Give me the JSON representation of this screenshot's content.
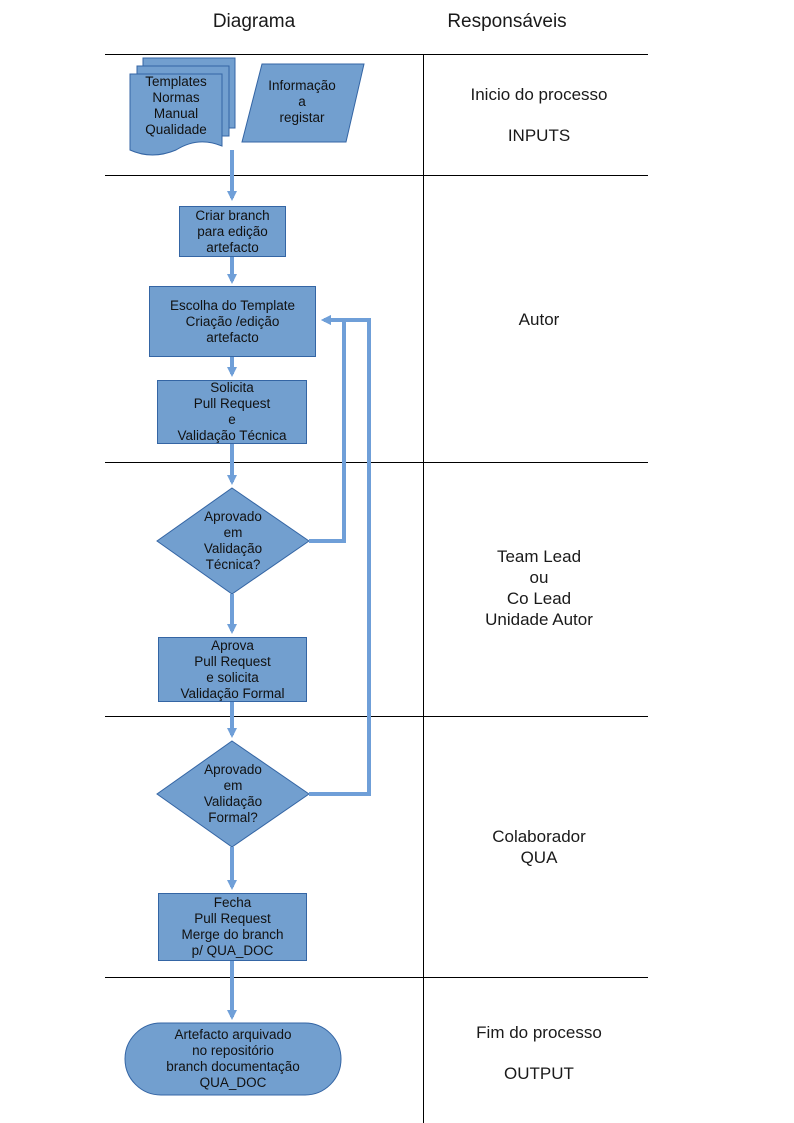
{
  "header": {
    "diagram": "Diagrama",
    "responsaveis": "Responsáveis"
  },
  "colors": {
    "fill": "#729fcf",
    "stroke": "#3465a4",
    "connector": "#6f9fd8",
    "line": "#000000"
  },
  "inputs": {
    "documents": [
      "Templates",
      "Normas",
      "Manual",
      "Qualidade"
    ],
    "data": [
      "Informação",
      "a",
      "registar"
    ]
  },
  "steps": {
    "create_branch": [
      "Criar branch",
      "para edição",
      "artefacto"
    ],
    "choose_template": [
      "Escolha do Template",
      "Criação /edição",
      "artefacto"
    ],
    "request": [
      "Solicita",
      "Pull Request",
      "e",
      "Validação Técnica"
    ],
    "decision_technical": [
      "Aprovado",
      "em",
      "Validação",
      "Técnica?"
    ],
    "approve": [
      "Aprova",
      "Pull Request",
      "e solicita",
      "Validação Formal"
    ],
    "decision_formal": [
      "Aprovado",
      "em",
      "Validação",
      "Formal?"
    ],
    "close": [
      "Fecha",
      "Pull Request",
      "Merge do branch",
      "p/ QUA_DOC"
    ],
    "end": [
      "Artefacto arquivado",
      "no repositório",
      "branch documentação",
      "QUA_DOC"
    ]
  },
  "responsibles": {
    "start": [
      "Inicio do processo",
      "",
      "INPUTS"
    ],
    "author": [
      "Autor"
    ],
    "team_lead": [
      "Team Lead",
      "ou",
      "Co Lead",
      "Unidade Autor"
    ],
    "collaborator": [
      "Colaborador",
      "QUA"
    ],
    "finish": [
      "Fim do processo",
      "",
      "OUTPUT"
    ]
  }
}
